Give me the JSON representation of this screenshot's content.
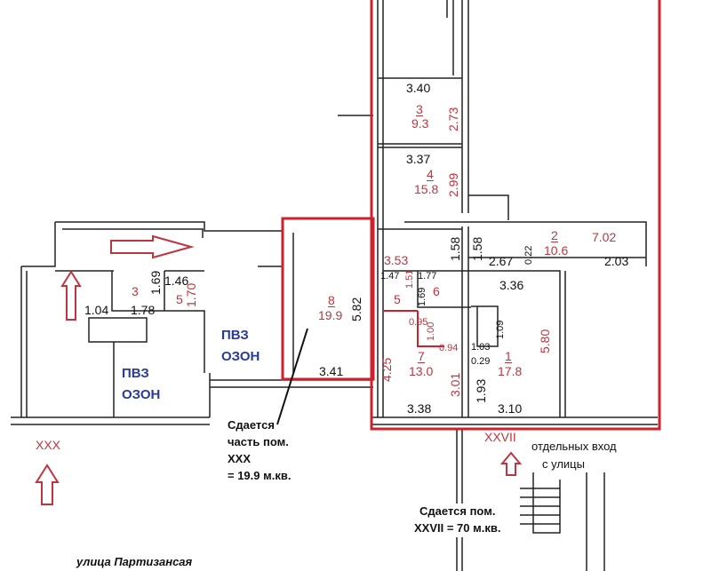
{
  "rooms": {
    "r3": {
      "num": "3",
      "area": "9.3",
      "w": "3.40",
      "h": "2.73"
    },
    "r4": {
      "num": "4",
      "area": "15.8",
      "w": "3.37",
      "h": "2.99"
    },
    "r2": {
      "num": "2",
      "area": "10.6",
      "w": "7.02",
      "d1": "2.67",
      "d2": "2.03",
      "d3": "0.22",
      "h1": "1.58",
      "h2": "1.58"
    },
    "r5": {
      "num": "5",
      "w": "3.53",
      "a": "1.47",
      "b": "1.51"
    },
    "r6": {
      "num": "6",
      "a": "1.77",
      "b": "1.69"
    },
    "r1": {
      "num": "1",
      "area": "17.8",
      "w": "3.36",
      "h": "5.80",
      "a": "1.03",
      "b": "1.09",
      "c": "0.29",
      "d": "1.93",
      "e": "3.10"
    },
    "r7": {
      "num": "7",
      "area": "13.0",
      "a": "0.95",
      "b": "1.00",
      "c": "0.94",
      "h": "4.25",
      "h2": "3.01",
      "w": "3.38"
    },
    "r8": {
      "num": "8",
      "area": "19.9",
      "h": "5.82",
      "w": "3.41"
    },
    "left": {
      "wc_num": "3",
      "a": "1.46",
      "b": "1.69",
      "c": "1.78",
      "d": "1.04",
      "e_num": "5",
      "f": "1.70"
    }
  },
  "labels": {
    "pvz1": [
      "ПВЗ",
      "ОЗОН"
    ],
    "pvz2": [
      "ПВЗ",
      "ОЗОН"
    ],
    "rent_part": [
      "Сдается",
      "часть пом.",
      "XXX",
      "= 19.9 м.кв."
    ],
    "xxx": "XXX",
    "xxvii": "XXVII",
    "entrance": [
      "отдельных вход",
      "с улицы"
    ],
    "rent_full": [
      "Сдается пом.",
      "XXVII = 70 м.кв."
    ],
    "street": "улица Партизансая"
  },
  "colors": {
    "highlight": "#d0202c",
    "dims": "#c0343f",
    "pvz": "#2a3a9a"
  }
}
